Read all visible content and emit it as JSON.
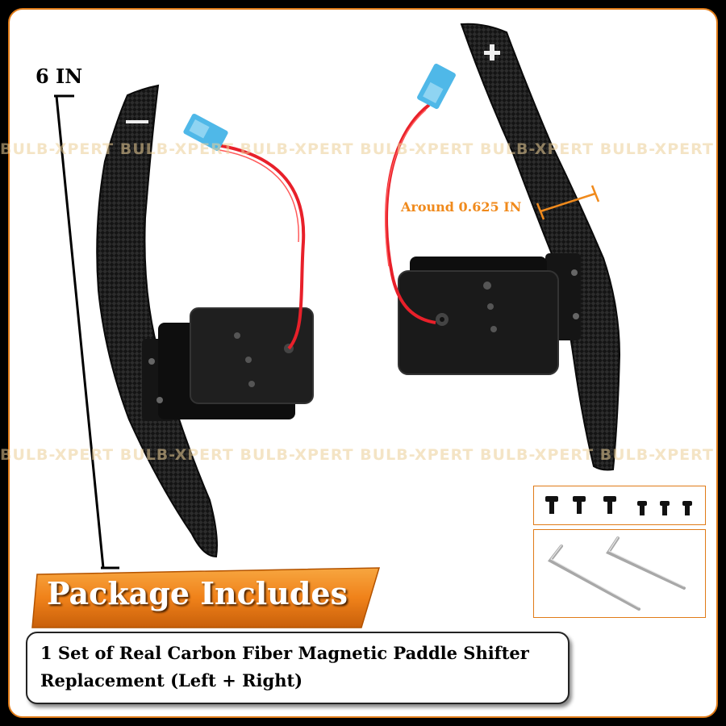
{
  "dimensions": {
    "height_label": "6 IN",
    "width_label": "Around 0.625 IN"
  },
  "watermark": {
    "text": "BULB-XPERT BULB-XPERT BULB-XPERT BULB-XPERT BULB-XPERT BULB-XPERT"
  },
  "paddles": {
    "left_symbol": "−",
    "right_symbol": "+"
  },
  "package": {
    "title": "Package Includes",
    "line1": "1 Set of Real Carbon Fiber Magnetic Paddle Shifter",
    "line2": "Replacement (Left + Right)"
  },
  "colors": {
    "accent_orange": "#f08a1c",
    "banner_orange": "#f0821a",
    "carbon": "#1c1c1c",
    "wire_red": "#e8202a",
    "connector_blue": "#4fb8e8"
  }
}
